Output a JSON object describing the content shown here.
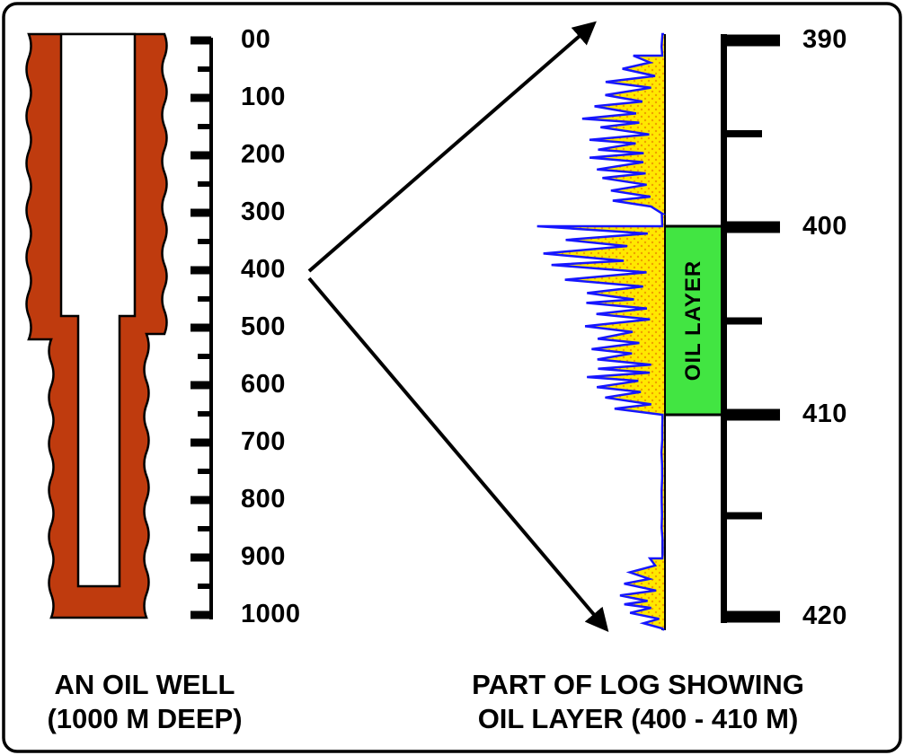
{
  "colors": {
    "well_fill": "#bf3b0e",
    "curve_blue": "#1616ff",
    "log_yellow": "#ffe800",
    "log_dots": "#f09f00",
    "oil_green": "#42e542",
    "ink": "#000000",
    "background": "#ffffff"
  },
  "left_scale": {
    "labels": [
      "00",
      "100",
      "200",
      "300",
      "400",
      "500",
      "600",
      "700",
      "800",
      "900",
      "1000"
    ]
  },
  "right_scale": {
    "labels": [
      "390",
      "400",
      "410",
      "420"
    ]
  },
  "oil_layer_label": "OIL LAYER",
  "captions": {
    "left_line1": "AN OIL WELL",
    "left_line2": "(1000 M DEEP)",
    "right_line1": "PART OF LOG SHOWING",
    "right_line2": "OIL LAYER (400 - 410 M)"
  }
}
